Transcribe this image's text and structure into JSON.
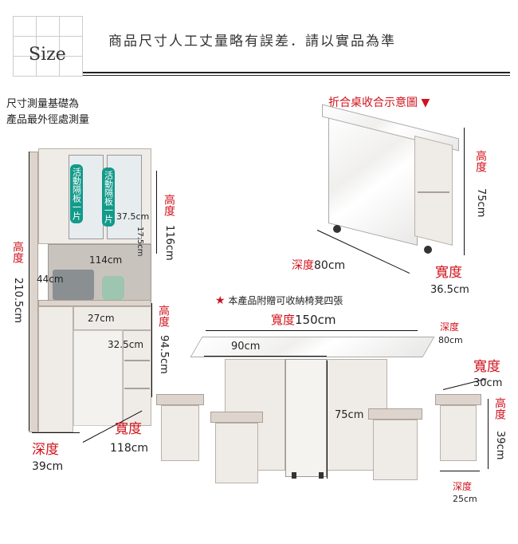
{
  "header": {
    "size_label": "Size",
    "notice": "商品尺寸人工丈量略有誤差．請以實品為準"
  },
  "measure_note": {
    "line1": "尺寸測量基礎為",
    "line2": "產品最外徑處測量"
  },
  "cabinet": {
    "tag_left": "活動隔板一片",
    "tag_right": "活動隔板一片",
    "shelf_depth": "37.5cm",
    "shelf_height": "17.5cm",
    "inner_width": "114cm",
    "inner_height": "44cm",
    "counter_depth": "27cm",
    "lower_depth": "32.5cm",
    "upper_height_label": "高度",
    "upper_height_value": "116cm",
    "total_height_label": "高度",
    "total_height_value": "210.5cm",
    "lower_height_label": "高度",
    "lower_height_value": "94.5cm",
    "width_label": "寬度",
    "width_value": "118cm",
    "depth_label": "深度",
    "depth_value": "39cm"
  },
  "folded_table": {
    "title": "折合桌收合示意圖",
    "arrow": "▼",
    "height_label": "高度",
    "height_value": "75cm",
    "depth_label": "深度",
    "depth_value": "80cm",
    "width_label": "寬度",
    "width_value": "36.5cm"
  },
  "dining_set": {
    "note_star": "★",
    "note": "本產品附贈可收納椅凳四張",
    "width_label": "寬度",
    "width_value": "150cm",
    "half_width": "90cm",
    "depth_label": "深度",
    "depth_value": "80cm",
    "height_value": "75cm"
  },
  "stool": {
    "width_label": "寬度",
    "width_value": "30cm",
    "height_label": "高度",
    "height_value": "39cm",
    "depth_label": "深度",
    "depth_value": "25cm"
  },
  "colors": {
    "accent_red": "#d0121b",
    "tag_teal": "#129a8a",
    "wood": "#efebe7"
  }
}
